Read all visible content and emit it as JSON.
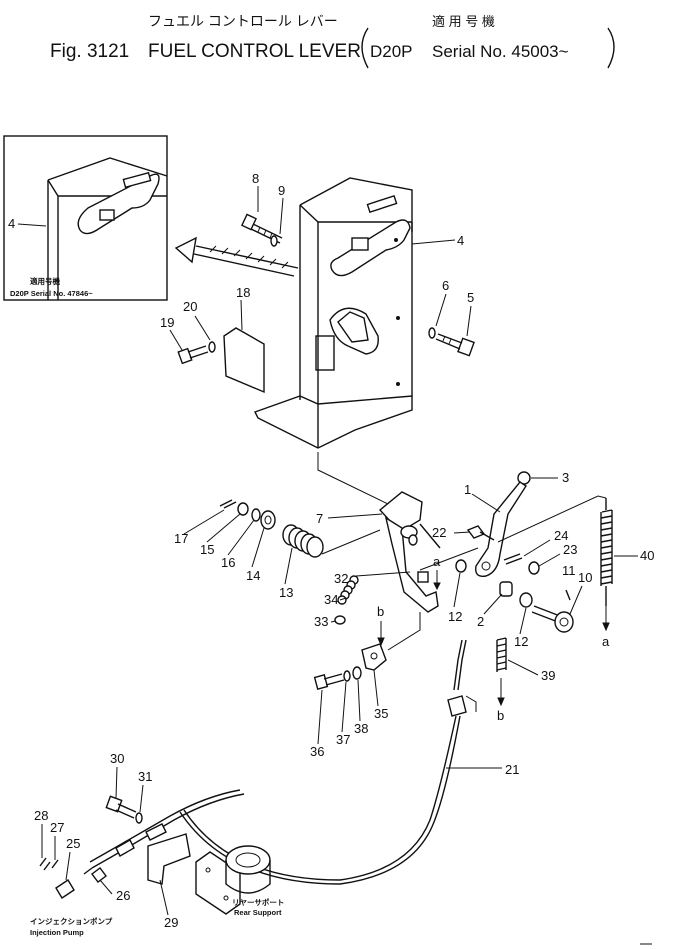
{
  "header": {
    "japanese_title": "フュエル コントロール レバー",
    "japanese_applicable": "適 用 号 機",
    "fig_label": "Fig. 3121",
    "title": "FUEL CONTROL LEVER",
    "model": "D20P",
    "serial": "Serial No. 45003~"
  },
  "inset": {
    "applicable_jp": "適用号機",
    "serial_note": "D20P Serial No. 47846~"
  },
  "labels": {
    "injection_pump_jp": "インジェクションポンプ",
    "injection_pump": "Injection Pump",
    "rear_support_jp": "リヤーサポート",
    "rear_support": "Rear Support"
  },
  "callouts": [
    "1",
    "2",
    "3",
    "4",
    "4",
    "5",
    "6",
    "7",
    "8",
    "9",
    "10",
    "11",
    "12",
    "12",
    "13",
    "14",
    "15",
    "16",
    "17",
    "18",
    "19",
    "20",
    "21",
    "22",
    "23",
    "24",
    "25",
    "26",
    "27",
    "28",
    "29",
    "30",
    "31",
    "32",
    "33",
    "34",
    "35",
    "36",
    "37",
    "38",
    "39",
    "40",
    "a",
    "a",
    "b",
    "b"
  ]
}
